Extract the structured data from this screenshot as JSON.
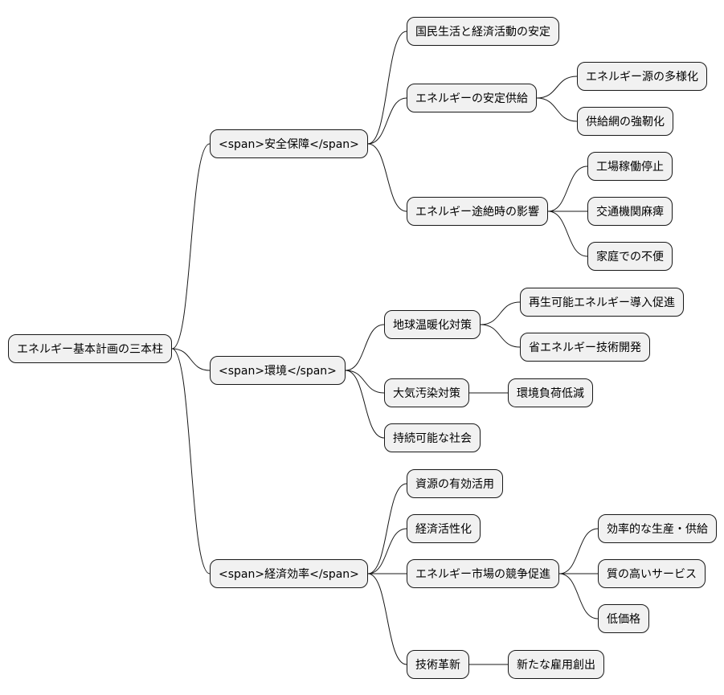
{
  "root": "エネルギー基本計画の三本柱",
  "branches": [
    {
      "label": "<span>安全保障</span>",
      "children": [
        {
          "label": "国民生活と経済活動の安定",
          "children": []
        },
        {
          "label": "エネルギーの安定供給",
          "children": [
            "エネルギー源の多様化",
            "供給網の強靭化"
          ]
        },
        {
          "label": "エネルギー途絶時の影響",
          "children": [
            "工場稼働停止",
            "交通機関麻痺",
            "家庭での不便"
          ]
        }
      ]
    },
    {
      "label": "<span>環境</span>",
      "children": [
        {
          "label": "地球温暖化対策",
          "children": [
            "再生可能エネルギー導入促進",
            "省エネルギー技術開発"
          ]
        },
        {
          "label": "大気汚染対策",
          "children": [
            "環境負荷低減"
          ]
        },
        {
          "label": "持続可能な社会",
          "children": []
        }
      ]
    },
    {
      "label": "<span>経済効率</span>",
      "children": [
        {
          "label": "資源の有効活用",
          "children": []
        },
        {
          "label": "経済活性化",
          "children": []
        },
        {
          "label": "エネルギー市場の競争促進",
          "children": [
            "効率的な生産・供給",
            "質の高いサービス",
            "低価格"
          ]
        },
        {
          "label": "技術革新",
          "children": [
            "新たな雇用創出"
          ]
        }
      ]
    }
  ]
}
